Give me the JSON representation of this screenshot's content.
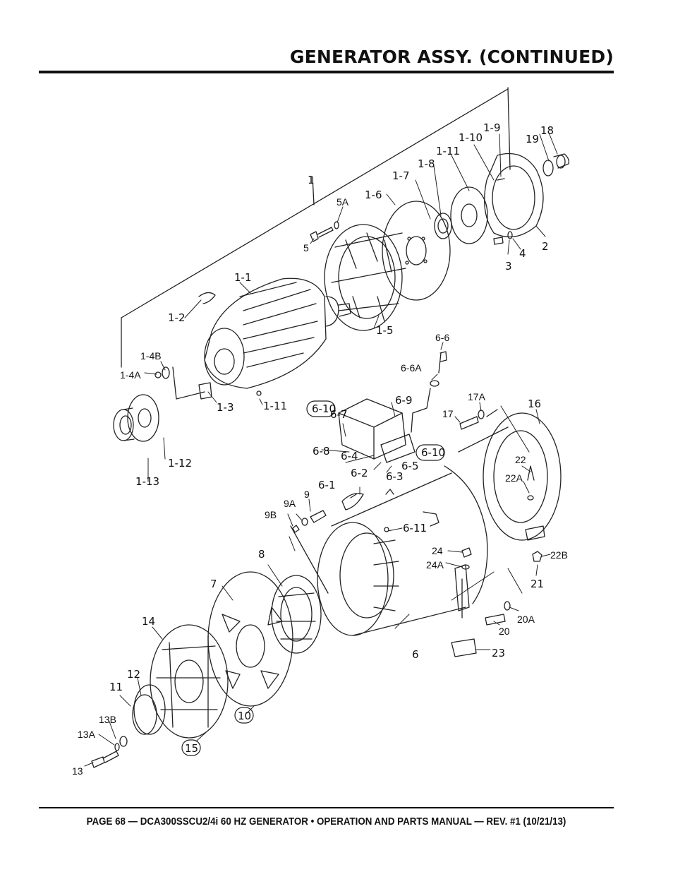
{
  "header": {
    "title": "GENERATOR ASSY. (CONTINUED)"
  },
  "footer": {
    "text": "PAGE 68 — DCA300SSCU2/4i 60 HZ GENERATOR • OPERATION AND PARTS MANUAL — REV. #1 (10/21/13)"
  },
  "diagram": {
    "labels": {
      "p1": "1",
      "p1_1": "1-1",
      "p1_2": "1-2",
      "p1_3": "1-3",
      "p1_4a": "1-4A",
      "p1_4b": "1-4B",
      "p1_6": "1-6",
      "p1_7": "1-7",
      "p1_8": "1-8",
      "p1_9": "1-9",
      "p1_10": "1-10",
      "p1_11a": "1-11",
      "p1_11b": "1-11",
      "p1_12": "1-12",
      "p1_13": "1-13",
      "p1_5": "1-5",
      "p2": "2",
      "p3": "3",
      "p4": "4",
      "p5": "5",
      "p5a": "5A",
      "p6": "6",
      "p6_1": "6-1",
      "p6_2": "6-2",
      "p6_3": "6-3",
      "p6_4": "6-4",
      "p6_5": "6-5",
      "p6_6": "6-6",
      "p6_6a": "6-6A",
      "p6_7": "6-7",
      "p6_8": "6-8",
      "p6_9": "6-9",
      "p6_10a": "6-10",
      "p6_10b": "6-10",
      "p6_11": "6-11",
      "p7": "7",
      "p8": "8",
      "p9": "9",
      "p9a": "9A",
      "p9b": "9B",
      "p10": "10",
      "p11": "11",
      "p12": "12",
      "p13": "13",
      "p13a": "13A",
      "p13b": "13B",
      "p14": "14",
      "p15": "15",
      "p16": "16",
      "p17": "17",
      "p17a": "17A",
      "p18": "18",
      "p19": "19",
      "p20": "20",
      "p20a": "20A",
      "p21": "21",
      "p22": "22",
      "p22a": "22A",
      "p22b": "22B",
      "p23": "23",
      "p24": "24",
      "p24a": "24A"
    }
  }
}
